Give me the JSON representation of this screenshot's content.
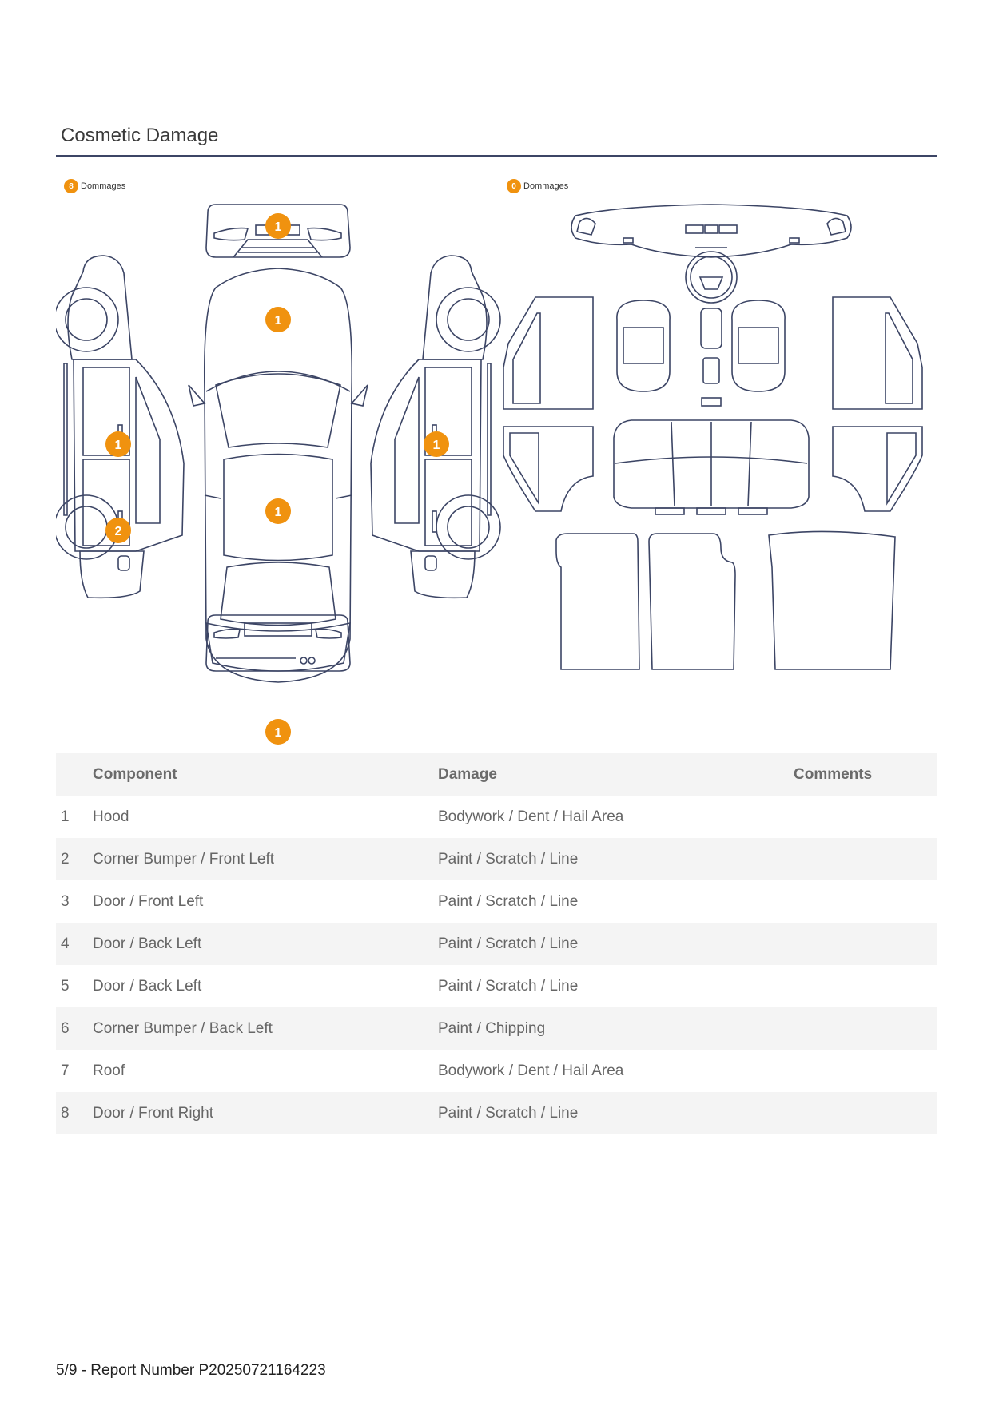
{
  "section_title": "Cosmetic Damage",
  "legend_exterior": {
    "count": "8",
    "label": "Dommages"
  },
  "legend_interior": {
    "count": "0",
    "label": "Dommages"
  },
  "badges": [
    "1",
    "1",
    "1",
    "1",
    "2",
    "1",
    "1"
  ],
  "table": {
    "headers": {
      "component": "Component",
      "damage": "Damage",
      "comments": "Comments"
    },
    "rows": [
      {
        "num": "1",
        "component": "Hood",
        "damage": "Bodywork / Dent / Hail Area",
        "comments": ""
      },
      {
        "num": "2",
        "component": "Corner Bumper / Front Left",
        "damage": "Paint / Scratch / Line",
        "comments": ""
      },
      {
        "num": "3",
        "component": "Door / Front Left",
        "damage": "Paint / Scratch / Line",
        "comments": ""
      },
      {
        "num": "4",
        "component": "Door / Back Left",
        "damage": "Paint / Scratch / Line",
        "comments": ""
      },
      {
        "num": "5",
        "component": "Door / Back Left",
        "damage": "Paint / Scratch / Line",
        "comments": ""
      },
      {
        "num": "6",
        "component": "Corner Bumper / Back Left",
        "damage": "Paint / Chipping",
        "comments": ""
      },
      {
        "num": "7",
        "component": "Roof",
        "damage": "Bodywork / Dent / Hail Area",
        "comments": ""
      },
      {
        "num": "8",
        "component": "Door / Front Right",
        "damage": "Paint / Scratch / Line",
        "comments": ""
      }
    ]
  },
  "footer": "5/9 - Report Number P20250721164223",
  "colors": {
    "accent": "#f0920f",
    "line": "#3c4565",
    "row_alt": "#f4f4f4"
  }
}
